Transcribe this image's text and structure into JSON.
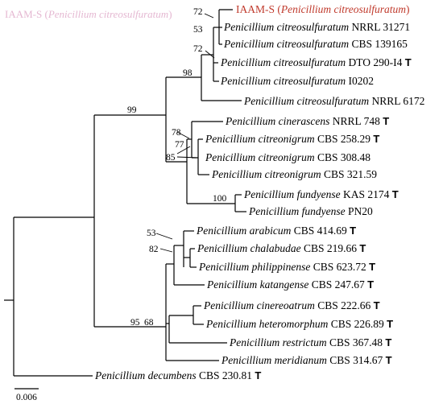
{
  "ghost_label": {
    "prefix": "IAAM-S (",
    "species": "Penicillium citreosulfuratum",
    "suffix": ")"
  },
  "tips": [
    {
      "id": "iaam",
      "prefix": "IAAM-S (",
      "species": "Penicillium citreosulfuratum",
      "strain": ")",
      "type": false,
      "highlight": true
    },
    {
      "id": "t1",
      "prefix": "",
      "species": "Penicillium citreosulfuratum",
      "strain": " NRRL 31271",
      "type": false
    },
    {
      "id": "t2",
      "prefix": "",
      "species": "Penicillium citreosulfuratum",
      "strain": " CBS 139165",
      "type": false
    },
    {
      "id": "t3",
      "prefix": "",
      "species": "Penicillium citreosulfuratum",
      "strain": " DTO 290-I4 ",
      "type": true
    },
    {
      "id": "t4",
      "prefix": "",
      "species": "Penicillium citreosulfuratum",
      "strain": " I0202",
      "type": false
    },
    {
      "id": "t5",
      "prefix": "",
      "species": "Penicillium citreosulfuratum",
      "strain": " NRRL 6172",
      "type": false
    },
    {
      "id": "t6",
      "prefix": "",
      "species": "Penicillium cinerascens",
      "strain": " NRRL 748 ",
      "type": true
    },
    {
      "id": "t7",
      "prefix": "",
      "species": "Penicillium citreonigrum",
      "strain": " CBS 258.29 ",
      "type": true
    },
    {
      "id": "t8",
      "prefix": "",
      "species": "Penicillium citreonigrum",
      "strain": " CBS 308.48",
      "type": false
    },
    {
      "id": "t9",
      "prefix": "",
      "species": "Penicillium citreonigrum",
      "strain": " CBS 321.59",
      "type": false
    },
    {
      "id": "t10",
      "prefix": "",
      "species": "Penicillium fundyense",
      "strain": " KAS 2174 ",
      "type": true
    },
    {
      "id": "t11",
      "prefix": "",
      "species": "Penicillium fundyense",
      "strain": " PN20",
      "type": false
    },
    {
      "id": "t12",
      "prefix": "",
      "species": "Penicillium arabicum",
      "strain": " CBS 414.69 ",
      "type": true
    },
    {
      "id": "t13",
      "prefix": "",
      "species": "Penicillium chalabudae",
      "strain": " CBS 219.66 ",
      "type": true
    },
    {
      "id": "t14",
      "prefix": "",
      "species": "Penicillium philippinense",
      "strain": " CBS 623.72 ",
      "type": true
    },
    {
      "id": "t15",
      "prefix": "",
      "species": "Penicillium katangense",
      "strain": " CBS 247.67 ",
      "type": true
    },
    {
      "id": "t16",
      "prefix": "",
      "species": "Penicillium cinereoatrum",
      "strain": " CBS 222.66 ",
      "type": true
    },
    {
      "id": "t17",
      "prefix": "",
      "species": "Penicillium heteromorphum",
      "strain": " CBS 226.89 ",
      "type": true
    },
    {
      "id": "t18",
      "prefix": "",
      "species": "Penicillium restrictum",
      "strain": " CBS 367.48 ",
      "type": true
    },
    {
      "id": "t19",
      "prefix": "",
      "species": "Penicillium meridianum",
      "strain": " CBS 314.67 ",
      "type": true
    },
    {
      "id": "t20",
      "prefix": "",
      "species": "Penicillium decumbens",
      "strain": " CBS 230.81 ",
      "type": true
    }
  ],
  "type_mark": "T",
  "bootstrap": {
    "b72a": "72",
    "b53": "53",
    "b72b": "72",
    "b98": "98",
    "b99": "99",
    "b78": "78",
    "b77": "77",
    "b85": "85",
    "b100": "100",
    "b53b": "53",
    "b82": "82",
    "b95": "95",
    "b68": "68"
  },
  "scale_bar": "0.006"
}
